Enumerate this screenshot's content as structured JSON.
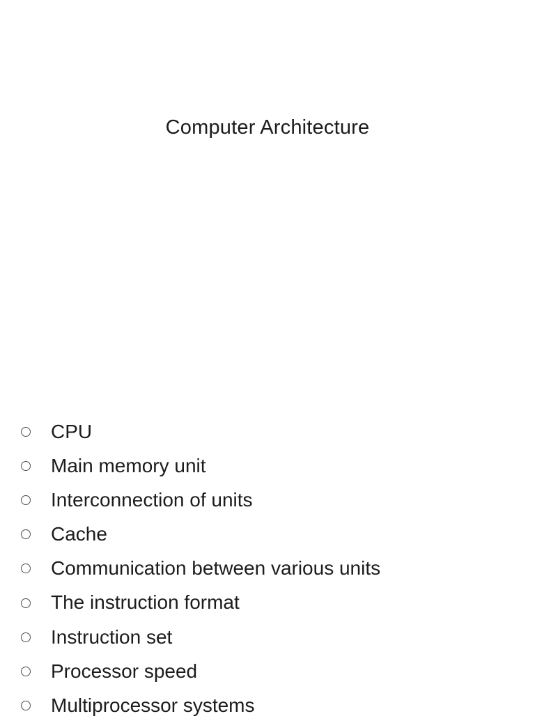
{
  "slide": {
    "title": "Computer Architecture",
    "bullets": [
      "CPU",
      "Main memory unit",
      "Interconnection of units",
      "Cache",
      "Communication between various units",
      "The instruction format",
      "Instruction set",
      "Processor speed",
      "Multiprocessor systems"
    ]
  },
  "colors": {
    "background": "#ffffff",
    "text": "#1c1c1c",
    "bullet_outline": "#4f4f4f"
  }
}
